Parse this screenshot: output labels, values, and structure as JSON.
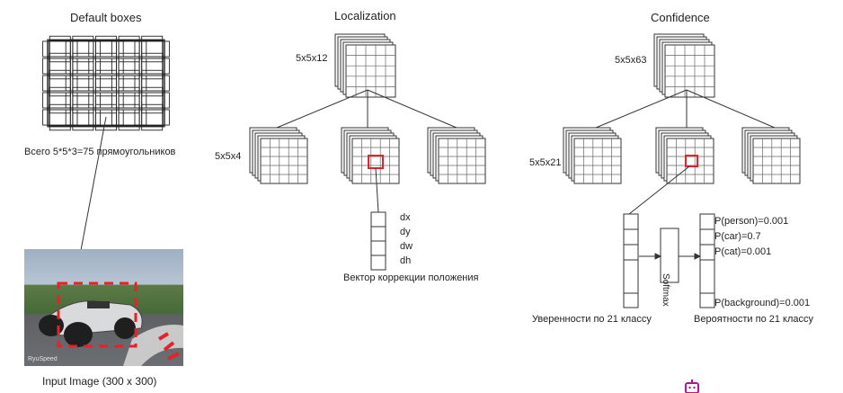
{
  "default_boxes": {
    "title": "Default boxes",
    "caption": "Всего 5*5*3=75 прямоугольников"
  },
  "input_image": {
    "caption": "Input Image (300 x 300)",
    "watermark": "RyuSpeed"
  },
  "localization": {
    "title": "Localization",
    "top_size": "5x5x12",
    "child_size": "5x5x4",
    "vector_labels": [
      "dx",
      "dy",
      "dw",
      "dh"
    ],
    "vector_caption": "Вектор коррекции положения"
  },
  "confidence": {
    "title": "Confidence",
    "top_size": "5x5x63",
    "child_size": "5x5x21",
    "softmax_label": "Softmax",
    "left_caption": "Уверенности по 21 классу",
    "right_caption": "Вероятности по 21 классу",
    "probabilities": [
      "P(person)=0.001",
      "P(car)=0.7",
      "P(cat)=0.001",
      "P(background)=0.001"
    ]
  },
  "colors": {
    "highlight": "#e8202a",
    "grid": "#333333",
    "logo": "#b0178a"
  }
}
